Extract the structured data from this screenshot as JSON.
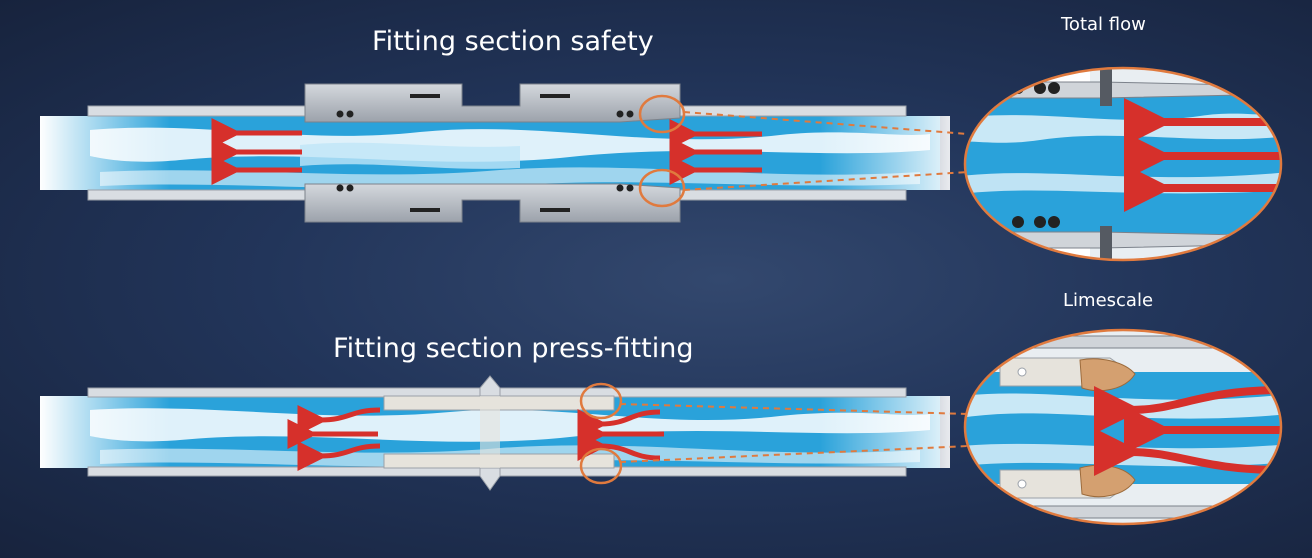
{
  "diagram": {
    "top_title": "Fitting section safety",
    "bottom_title": "Fitting section press-fitting",
    "detail_top_label": "Total flow",
    "detail_bottom_label": "Limescale"
  },
  "colors": {
    "background": "#22355a",
    "water": "#2aa2da",
    "arrow": "#d6302b",
    "highlight_circle": "#e07a3e",
    "pipe": "#d9dde2",
    "fitting": "#b9bec5",
    "limescale": "#d4a070"
  }
}
